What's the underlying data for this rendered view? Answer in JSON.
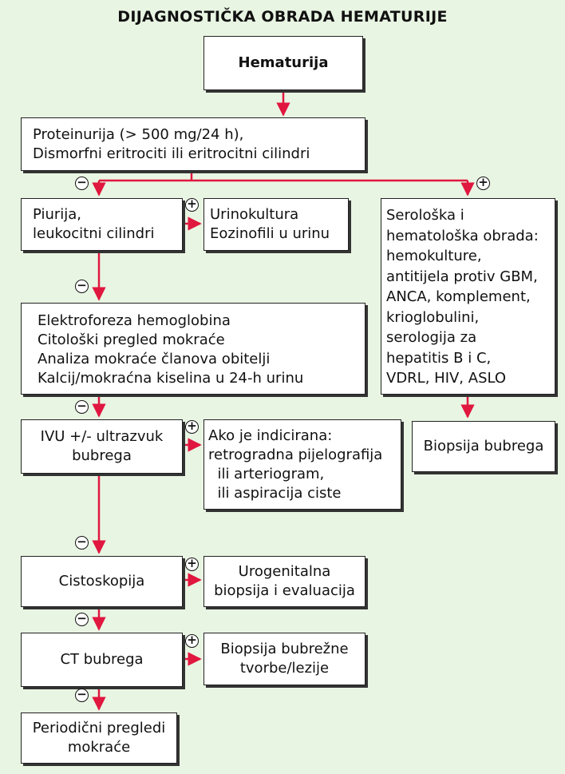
{
  "title": "DIJAGNOSTIČKA OBRADA HEMATURIJE",
  "colors": {
    "background": "#e9f5e3",
    "arrow": "#e0173f",
    "box_border": "#222222"
  },
  "signs": {
    "negative": "−",
    "positive": "+"
  },
  "boxes": {
    "hematurija": "Hematurija",
    "proteinurija": [
      "Proteinurija (> 500 mg/24 h),",
      "Dismorfni eritrociti ili eritrocitni cilindri"
    ],
    "piurija": [
      "Piurija,",
      "leukocitni cilindri"
    ],
    "urinokultura": [
      "Urinokultura",
      "Eozinofili u urinu"
    ],
    "serologija": [
      "Serološka i",
      "hematološka obrada:",
      "hemokulture,",
      "antitijela protiv GBM,",
      "ANCA, komplement,",
      "krioglobulini,",
      "serologija za",
      "hepatitis B i C,",
      "VDRL, HIV, ASLO"
    ],
    "elektroforeza": [
      "Elektroforeza hemoglobina",
      "Citološki pregled mokraće",
      "Analiza mokraće članova obitelji",
      "Kalcij/mokraćna kiselina u 24-h urinu"
    ],
    "ivu": [
      "IVU +/- ultrazvuk",
      "bubrega"
    ],
    "ako_je": [
      "Ako je indicirana:",
      "retrogradna pijelografija",
      "  ili arteriogram,",
      "  ili aspiracija ciste"
    ],
    "biopsija_bubrega": "Biopsija bubrega",
    "cistoskopija": "Cistoskopija",
    "urogenitalna": [
      "Urogenitalna",
      "biopsija i evaluacija"
    ],
    "ct": "CT bubrega",
    "biopsija_tvorbe": [
      "Biopsija bubrežne",
      "tvorbe/lezije"
    ],
    "periodicni": [
      "Periodični pregledi",
      "mokraće"
    ]
  }
}
